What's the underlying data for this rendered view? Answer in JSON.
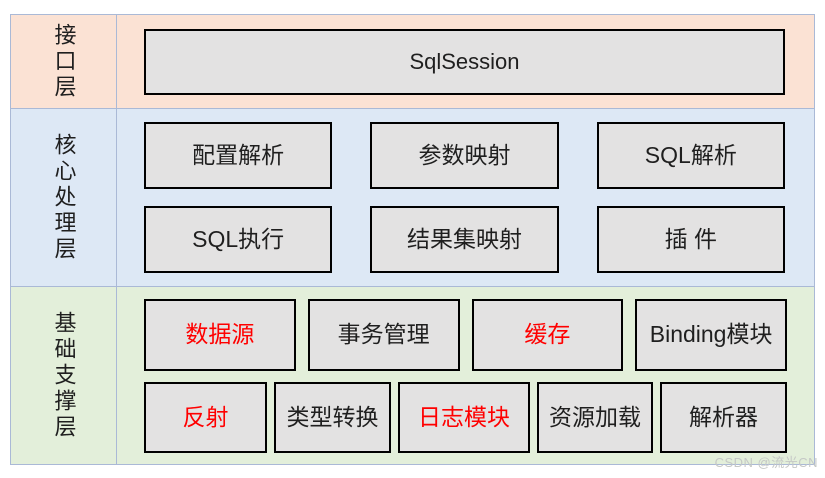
{
  "layers": {
    "interface": {
      "label": "接口层",
      "box": {
        "label": "SqlSession",
        "emphasis": false
      }
    },
    "core": {
      "label": "核心处理层",
      "row1": [
        {
          "label": "配置解析",
          "emphasis": false
        },
        {
          "label": "参数映射",
          "emphasis": false
        },
        {
          "label": "SQL解析",
          "emphasis": false
        }
      ],
      "row2": [
        {
          "label": "SQL执行",
          "emphasis": false
        },
        {
          "label": "结果集映射",
          "emphasis": false
        },
        {
          "label": "插 件",
          "emphasis": false
        }
      ]
    },
    "foundation": {
      "label": "基础支撑层",
      "row1": [
        {
          "label": "数据源",
          "emphasis": true
        },
        {
          "label": "事务管理",
          "emphasis": false
        },
        {
          "label": "缓存",
          "emphasis": true
        },
        {
          "label": "Binding模块",
          "emphasis": false
        }
      ],
      "row2": [
        {
          "label": "反射",
          "emphasis": true
        },
        {
          "label": "类型转换",
          "emphasis": false
        },
        {
          "label": "日志模块",
          "emphasis": true
        },
        {
          "label": "资源加载",
          "emphasis": false
        },
        {
          "label": "解析器",
          "emphasis": false
        }
      ]
    }
  },
  "watermark": "CSDN @流光CN",
  "colors": {
    "interface_layer_bg": "#fbe2d4",
    "core_layer_bg": "#dde8f5",
    "foundation_layer_bg": "#e3efda",
    "grid_line": "#aab9d6",
    "box_fill": "#e3e2e2",
    "box_border": "#000000",
    "emphasis_text": "#ff0000",
    "watermark_text": "#c5c8c6"
  }
}
